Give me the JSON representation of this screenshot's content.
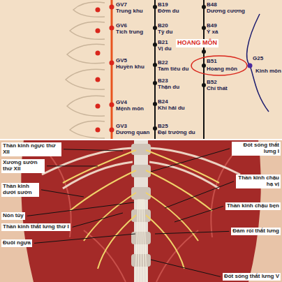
{
  "diagram": {
    "labels": [
      "GV7",
      "Trung khu",
      "GV6",
      "Tích trung",
      "GV5",
      "Huyền khu",
      "GV4",
      "Mệnh môn",
      "GV3",
      "Dương quan",
      "B19",
      "Đởm du",
      "B20",
      "Tỳ du",
      "B21",
      "Vị du",
      "B22",
      "Tam tiêu du",
      "B23",
      "Thận du",
      "B24",
      "Khí hải du",
      "B25",
      "Đại trường du",
      "B48",
      "Dương cương",
      "B49",
      "Ý xá",
      "HOANG MÔN",
      "B51",
      "Hoang môn",
      "B52",
      "Chí thất",
      "G25",
      "Kinh môn",
      "Thần kinh ngực thứ XII",
      "Xương sườn thứ XII",
      "Thần kinh dưới sườn",
      "Nón tủy",
      "Thần kinh thắt lưng thứ I",
      "Đuôi ngựa",
      "Đốt sống thắt lưng I",
      "Thần kinh chậu hạ vị",
      "Thần kinh chậu bẹn",
      "Đám rối thắt lưng",
      "Đốt sống thắt lưng V"
    ]
  }
}
